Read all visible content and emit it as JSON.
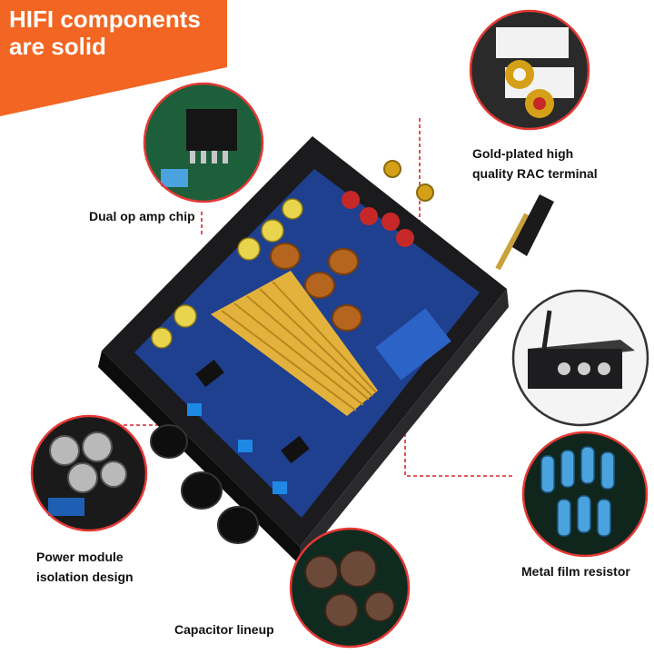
{
  "headline": {
    "line1": "HIFI components",
    "line2": "are solid",
    "color": "#f26522"
  },
  "callouts": {
    "op_amp": "Dual op amp chip",
    "rca_line1": "Gold-plated high",
    "rca_line2": "quality RAC terminal",
    "power_line1": "Power module",
    "power_line2": "isolation design",
    "capacitor": "Capacitor lineup",
    "resistor": "Metal film resistor"
  },
  "colors": {
    "accent": "#f26522",
    "leader_line": "#d9262c",
    "circle_border": "#e53935",
    "pcb_blue": "#1f3f8f",
    "heatsink_gold": "#e3b23c"
  }
}
